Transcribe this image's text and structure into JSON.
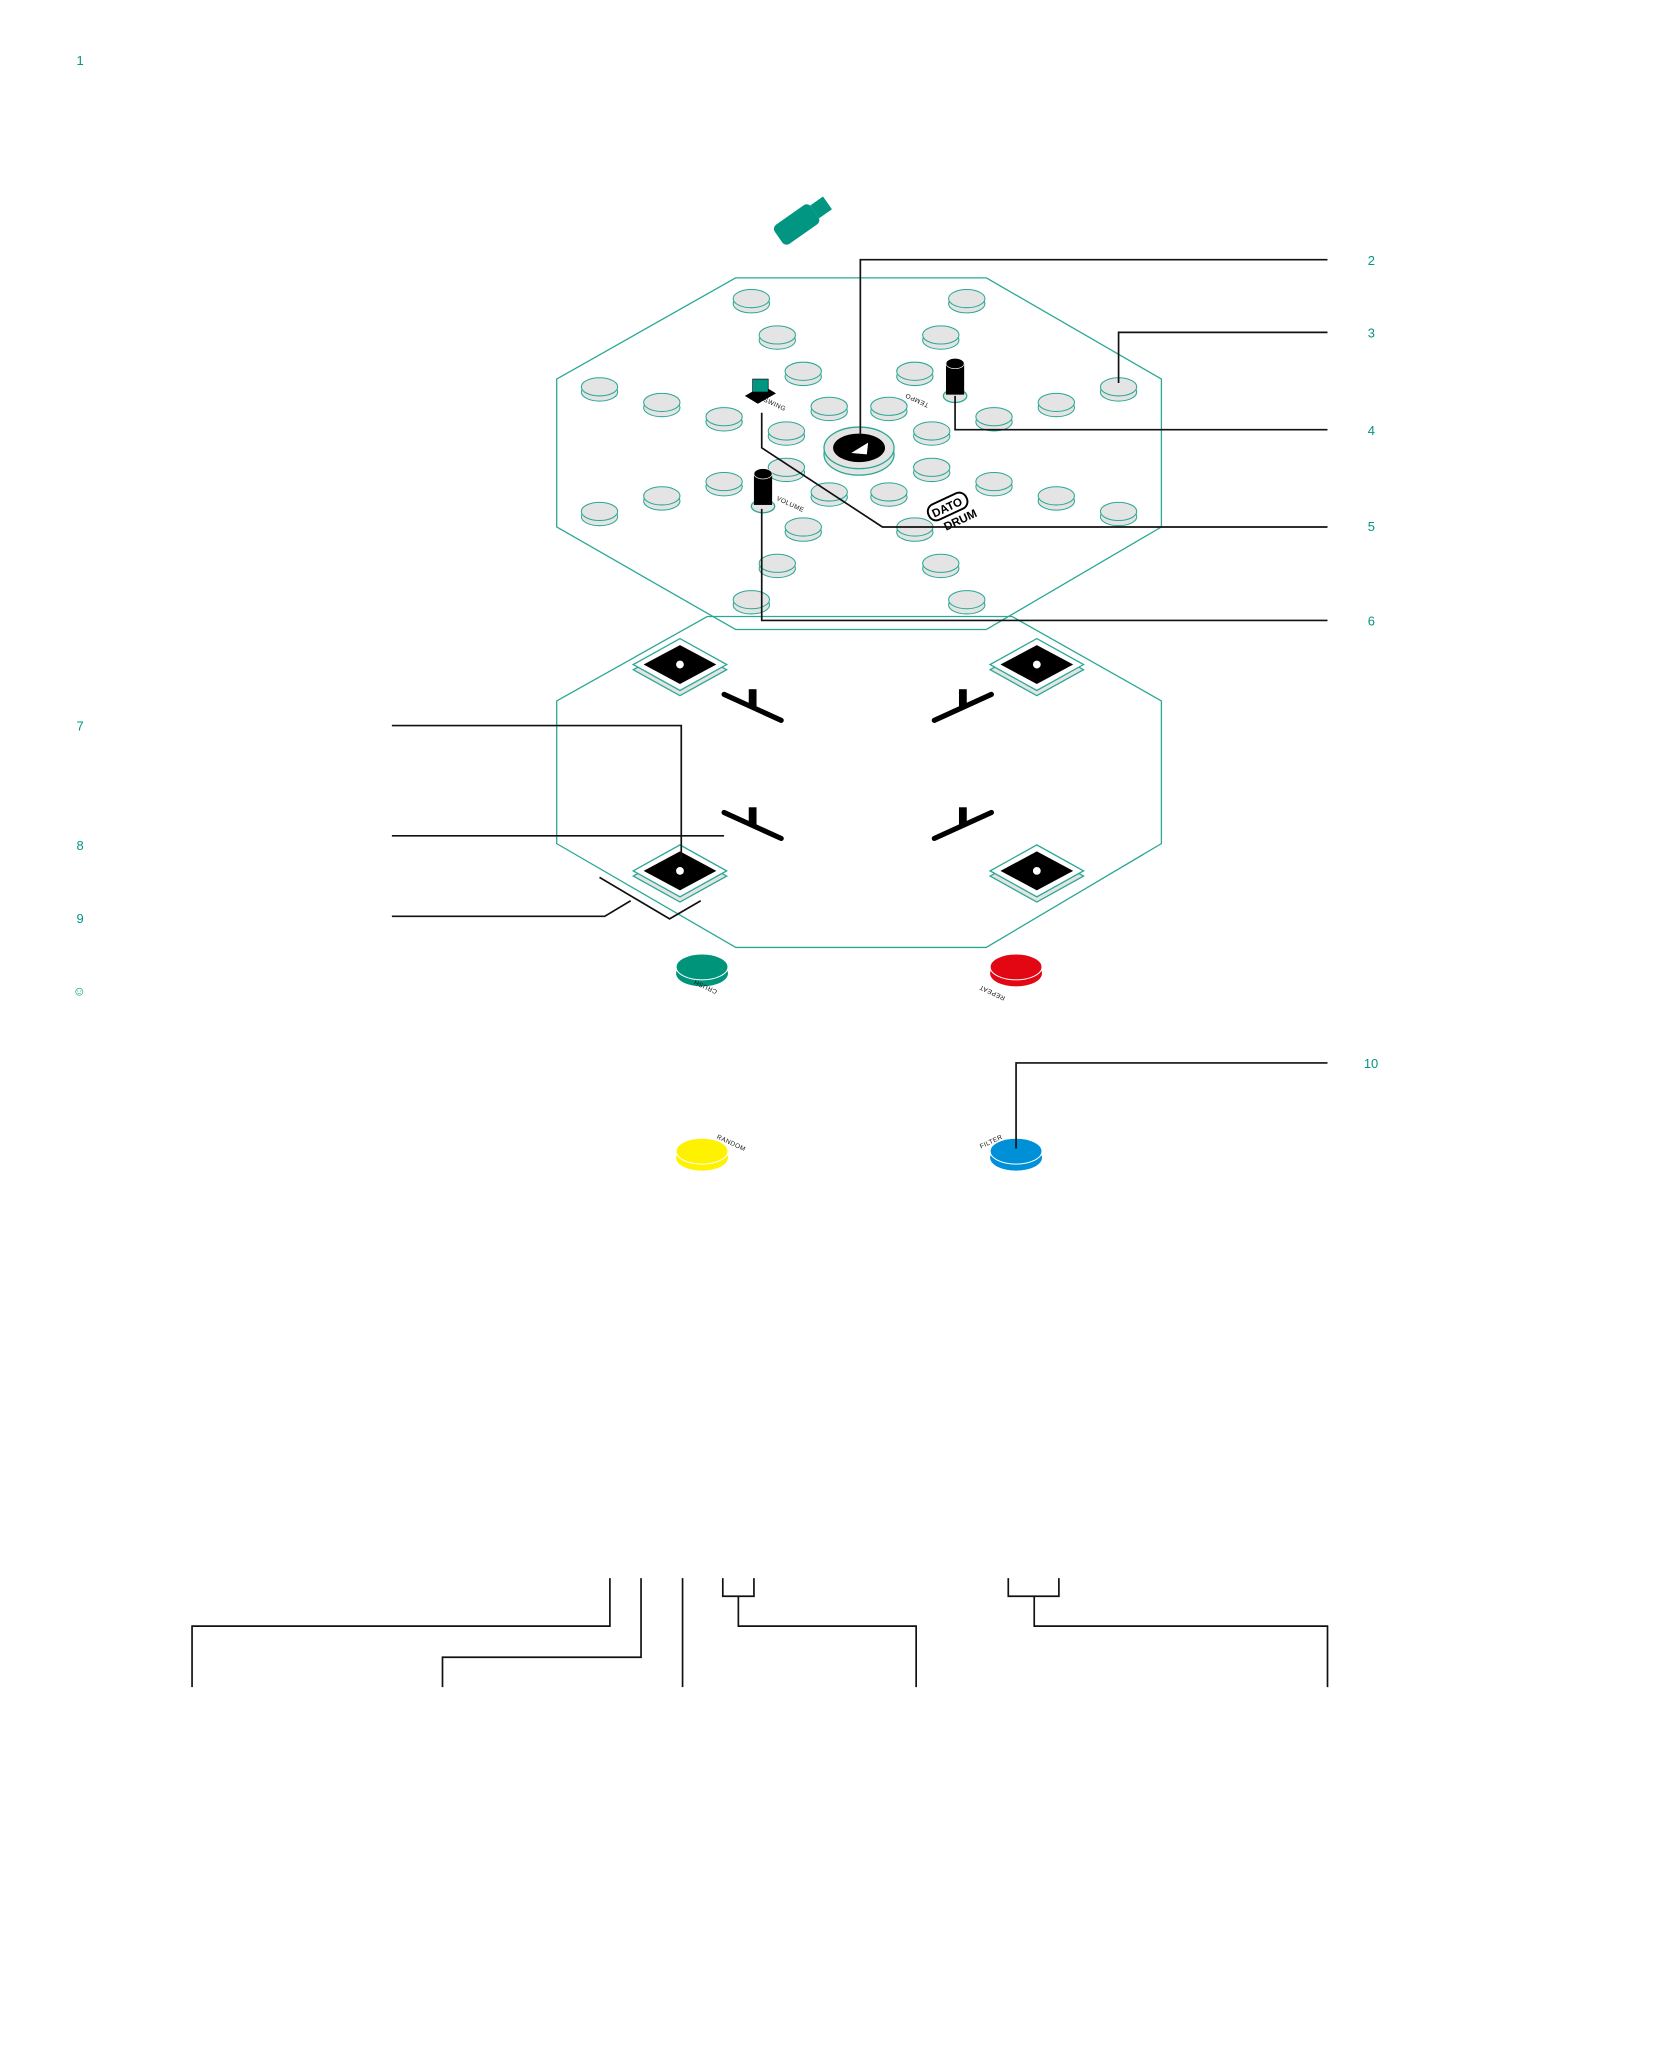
{
  "callouts": {
    "n1": "1",
    "n2": "2",
    "n3": "3",
    "n4": "4",
    "n5": "5",
    "n6": "6",
    "n7": "7",
    "n8": "8",
    "n9": "9",
    "n10": "10",
    "smiley": "☺"
  },
  "panel_labels": {
    "swing": "SWING",
    "tempo": "TEMPO",
    "volume": "VOLUME",
    "brand_top": "DATO",
    "brand_bottom": "DRUM",
    "crush": "CRUSH",
    "repeat": "REPEAT",
    "random": "RANDOM",
    "filter": "FILTER"
  },
  "colors": {
    "accent": "#009682",
    "crush": "#00957a",
    "repeat": "#e30613",
    "random": "#fff200",
    "filter": "#0090d8",
    "pad": "#e4e4e4"
  },
  "icons": [
    "usb-stick-icon",
    "play-icon",
    "smiley-icon"
  ]
}
